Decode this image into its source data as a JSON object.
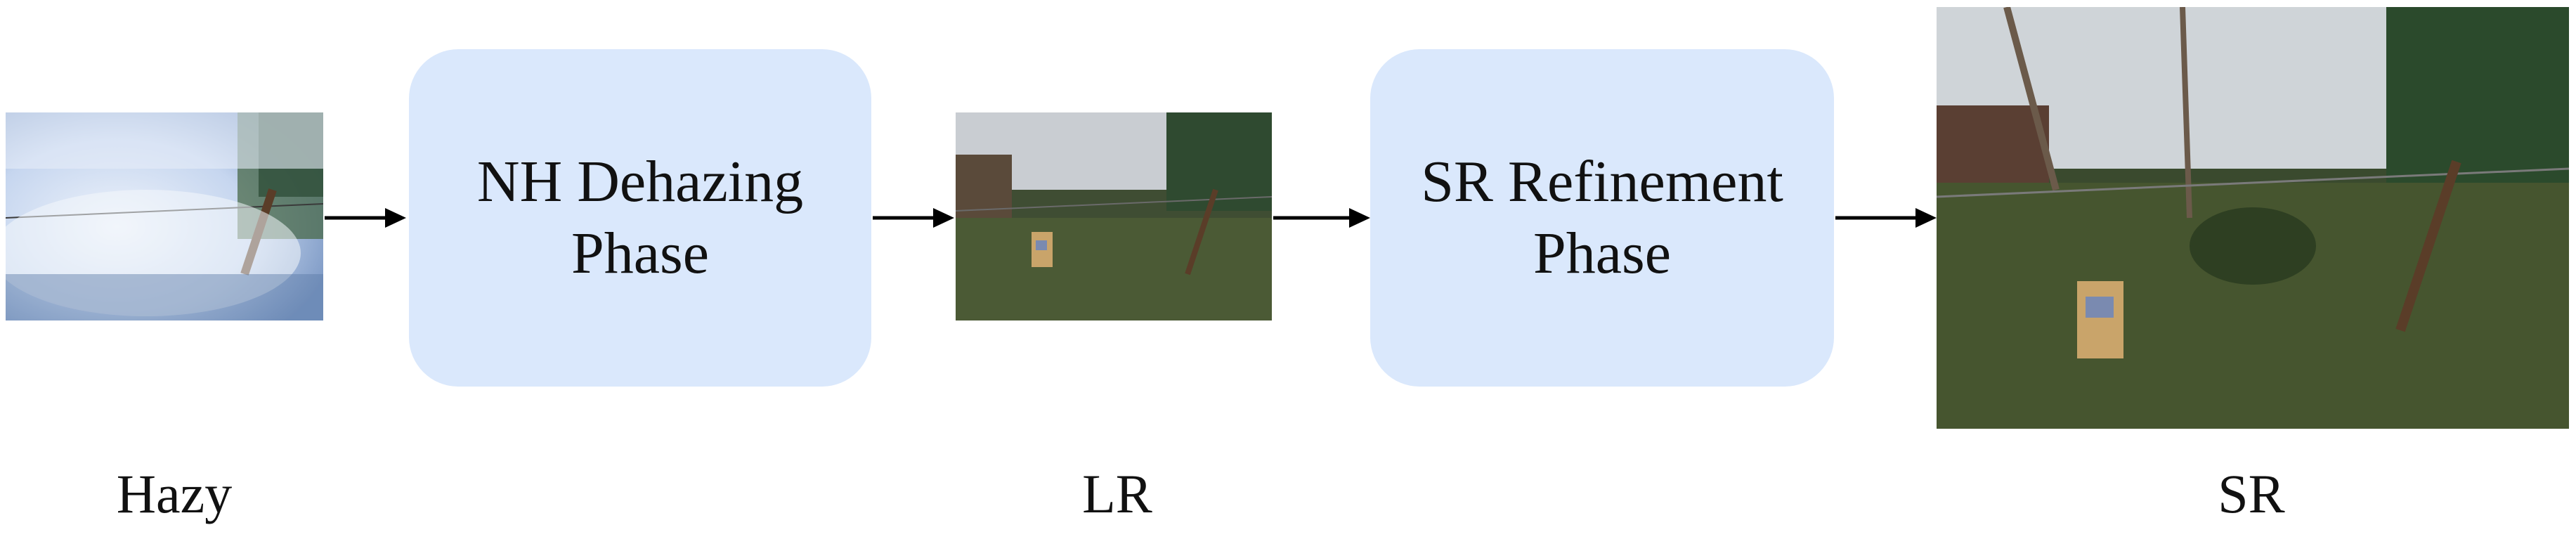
{
  "stages": {
    "hazy_label": "Hazy",
    "lr_label": "LR",
    "sr_label": "SR"
  },
  "phases": {
    "dehazing": {
      "line1": "NH Dehazing",
      "line2": "Phase"
    },
    "refinement": {
      "line1": "SR Refinement",
      "line2": "Phase"
    }
  },
  "colors": {
    "phase_box_fill": "#dae8fc",
    "arrow": "#000000",
    "haze": "#cfdcf2",
    "foliage": "#3f5a2a"
  }
}
